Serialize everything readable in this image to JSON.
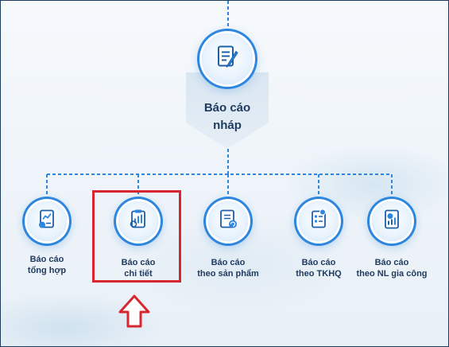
{
  "colors": {
    "accent": "#2e86de",
    "text": "#1e3a5f",
    "highlight": "#d7262f"
  },
  "root": {
    "label_line1": "Báo cáo",
    "label_line2": "nháp",
    "icon": "document-edit-icon"
  },
  "children": [
    {
      "id": "tong-hop",
      "line1": "Báo cáo",
      "line2": "tổng hợp",
      "icon": "summary-report-icon"
    },
    {
      "id": "chi-tiet",
      "line1": "Báo cáo",
      "line2": "chi tiết",
      "icon": "detail-report-icon",
      "highlighted": true
    },
    {
      "id": "san-pham",
      "line1": "Báo cáo",
      "line2": "theo sản phẩm",
      "icon": "product-report-icon"
    },
    {
      "id": "tkhq",
      "line1": "Báo cáo",
      "line2": "theo TKHQ",
      "icon": "customs-declaration-icon"
    },
    {
      "id": "nl-gia-cong",
      "line1": "Báo cáo",
      "line2": "theo NL gia công",
      "icon": "material-processing-icon"
    }
  ]
}
